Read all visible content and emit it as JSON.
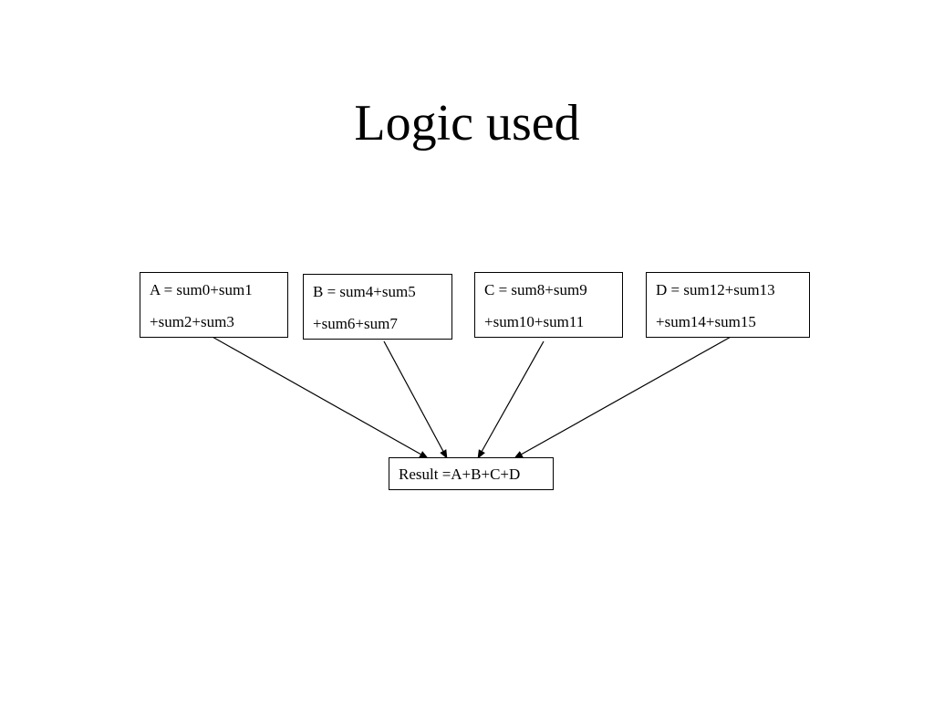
{
  "slide": {
    "title": "Logic used"
  },
  "boxes": {
    "a": {
      "line1": "A = sum0+sum1",
      "line2": "+sum2+sum3"
    },
    "b": {
      "line1": "B = sum4+sum5",
      "line2": "+sum6+sum7"
    },
    "c": {
      "line1": "C = sum8+sum9",
      "line2": "+sum10+sum11"
    },
    "d": {
      "line1": "D = sum12+sum13",
      "line2": "+sum14+sum15"
    },
    "result": {
      "label": "Result =A+B+C+D"
    }
  },
  "colors": {
    "stroke": "#000000",
    "background": "#ffffff"
  }
}
